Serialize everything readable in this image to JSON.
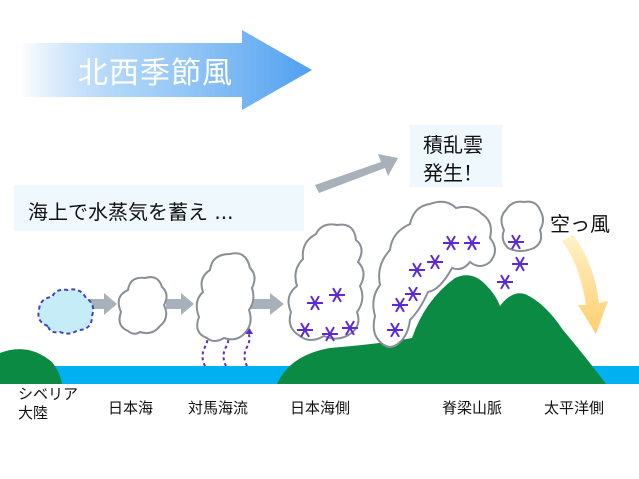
{
  "title": "北西季節風",
  "callouts": {
    "sea_vapor": "海上で水蒸気を蓄え ...",
    "cumulonimbus_line1": "積乱雲",
    "cumulonimbus_line2": "発生！",
    "dry_wind": "空っ風"
  },
  "labels": {
    "siberia_line1": "シベリア",
    "siberia_line2": "大陸",
    "sea_of_japan": "日本海",
    "tsushima_current": "対馬海流",
    "sea_of_japan_side": "日本海側",
    "spine_mountains": "脊梁山脈",
    "pacific_side": "太平洋側"
  },
  "colors": {
    "sea": "#00b0f0",
    "land": "#0a8a42",
    "snow": "#5b2bd6",
    "cloud_outline": "#8a8f96",
    "title_arrow": "#5aa6f0",
    "flow_arrow": "#a8b0ba",
    "dry_wind_arrow": "#ffd37a",
    "callout_bg": "#eef8fd"
  }
}
